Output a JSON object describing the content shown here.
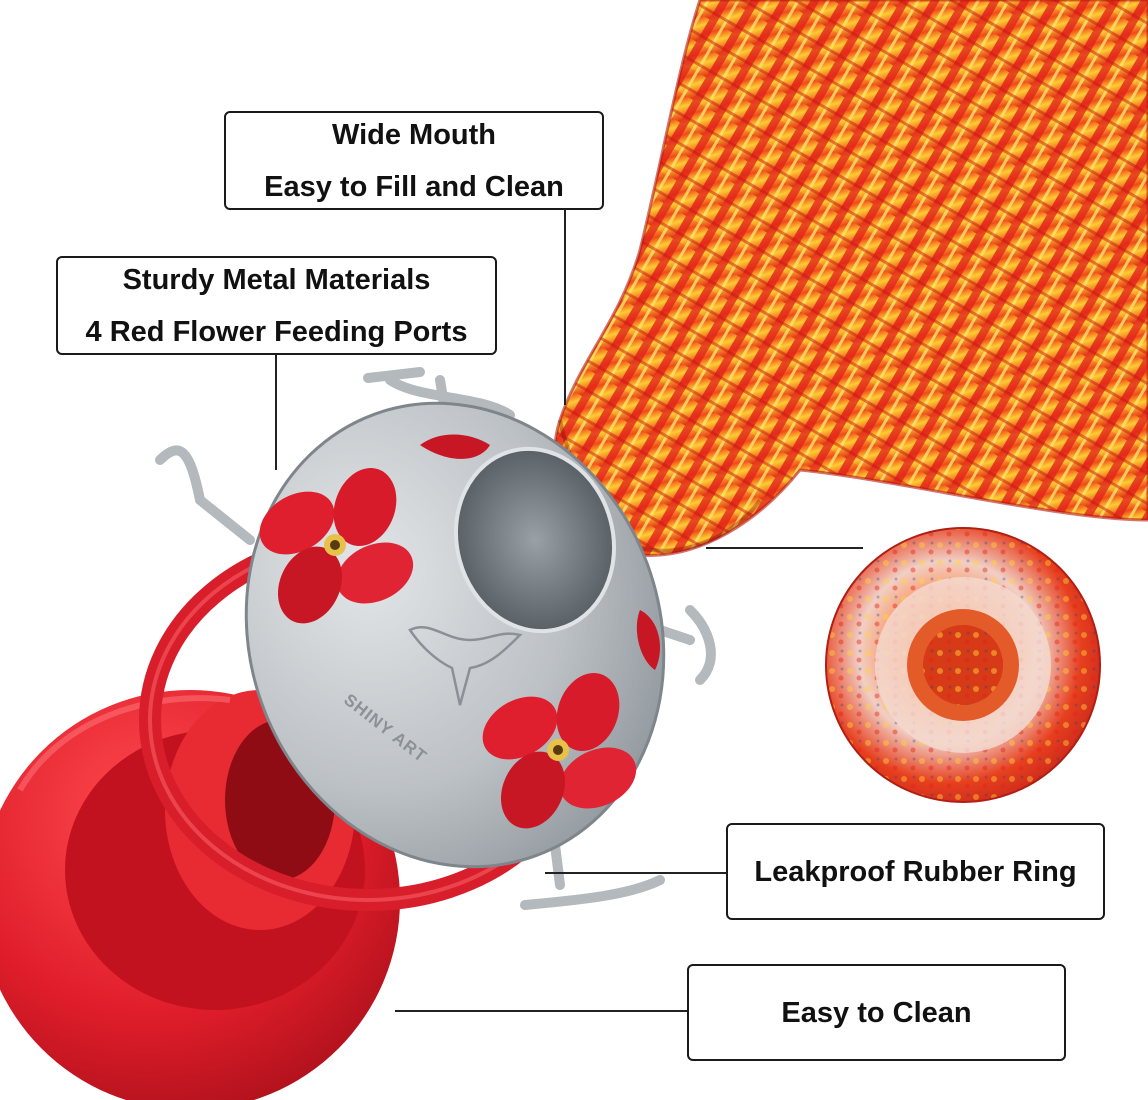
{
  "callouts": {
    "wide_mouth": {
      "line1": "Wide Mouth",
      "line2": "Easy to Fill and Clean"
    },
    "metal": {
      "line1": "Sturdy Metal Materials",
      "line2": "4 Red Flower Feeding Ports"
    },
    "rubber_ring": {
      "line1": "Leakproof Rubber Ring"
    },
    "base": {
      "line1": "Easy to Clean"
    }
  },
  "product_brand": "SHINY ART",
  "colors": {
    "feeder_red": "#d81e2a",
    "metal_silver": "#b9bec2",
    "glass_red": "#e2351b",
    "glass_yellow": "#ffd23a",
    "callout_border": "#1a1a1a"
  }
}
